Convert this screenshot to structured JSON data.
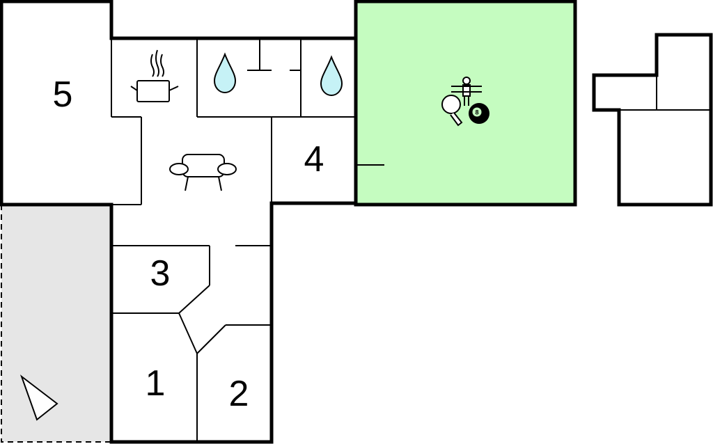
{
  "floor_plan": {
    "rooms": [
      {
        "number": "5",
        "icon": null
      },
      {
        "number": "4",
        "icon": null
      },
      {
        "number": "3",
        "icon": null
      },
      {
        "number": "1",
        "icon": null
      },
      {
        "number": "2",
        "icon": null
      }
    ],
    "kitchen": {
      "icon": "cooking-pot-icon"
    },
    "bathrooms": [
      {
        "icon": "water-drop-icon"
      },
      {
        "icon": "water-drop-icon"
      }
    ],
    "living": {
      "icon": "sofa-icon"
    },
    "activity_room": {
      "icons": [
        "table-football-icon",
        "table-tennis-icon",
        "billiards-ball-icon"
      ],
      "ball_number": "8",
      "color": "#c5fcc0"
    },
    "terrace": {
      "color": "#e6e6e6",
      "icon": "compass-arrow-icon"
    }
  }
}
